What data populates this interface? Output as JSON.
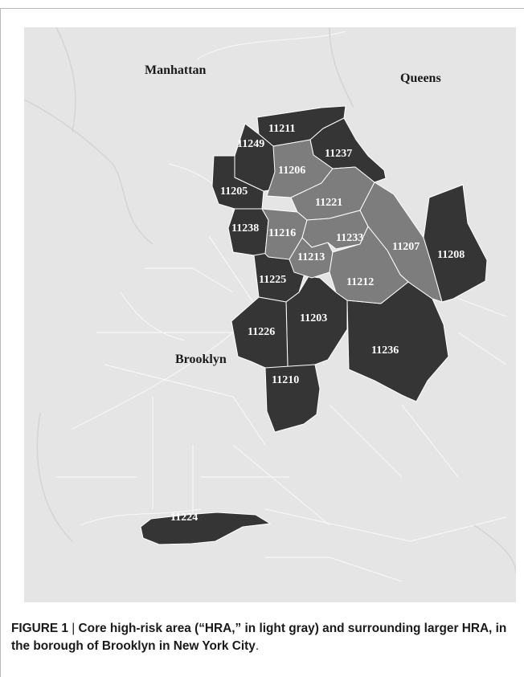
{
  "map": {
    "region_labels": {
      "manhattan": "Manhattan",
      "queens": "Queens",
      "brooklyn": "Brooklyn"
    },
    "core_hra_zip_codes": [
      "11206",
      "11221",
      "11216",
      "11233",
      "11213",
      "11207",
      "11212"
    ],
    "surrounding_hra_zip_codes": [
      "11211",
      "11249",
      "11237",
      "11205",
      "11238",
      "11225",
      "11208",
      "11203",
      "11226",
      "11236",
      "11210",
      "11224"
    ],
    "zip_labels": {
      "z11211": "11211",
      "z11249": "11249",
      "z11237": "11237",
      "z11206": "11206",
      "z11205": "11205",
      "z11221": "11221",
      "z11238": "11238",
      "z11216": "11216",
      "z11233": "11233",
      "z11207": "11207",
      "z11208": "11208",
      "z11213": "11213",
      "z11225": "11225",
      "z11212": "11212",
      "z11203": "11203",
      "z11226": "11226",
      "z11236": "11236",
      "z11210": "11210",
      "z11224": "11224"
    },
    "colors": {
      "background": "#e5e5e5",
      "core_hra": "#7d7d7d",
      "surrounding_hra": "#353535",
      "boundary": "#ffffff",
      "label": "#ffffff"
    }
  },
  "caption": {
    "figure_label": "FIGURE 1",
    "separator": " | ",
    "text": "Core high-risk area (“HRA,” in light gray) and surrounding larger HRA, in the borough of Brooklyn in New York City",
    "end": "."
  }
}
